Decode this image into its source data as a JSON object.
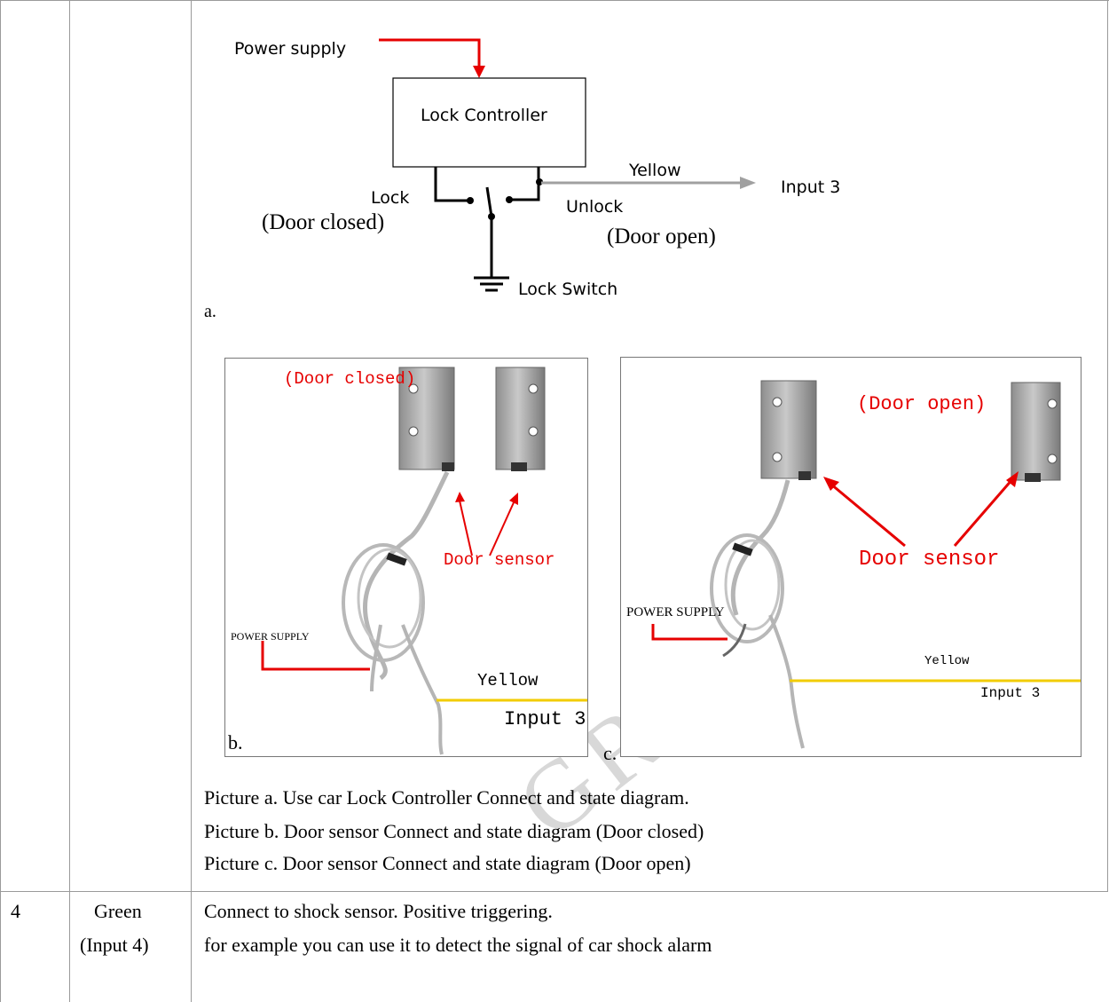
{
  "diagram_a": {
    "power_supply": "Power supply",
    "controller": "Lock Controller",
    "lock": "Lock",
    "door_closed": "(Door closed)",
    "unlock": "Unlock",
    "door_open": "(Door open)",
    "yellow": "Yellow",
    "input3": "Input 3",
    "lock_switch": "Lock Switch",
    "caption": "a."
  },
  "photo_b": {
    "door_closed": "(Door closed)",
    "door_sensor": "Door sensor",
    "power_supply": "POWER SUPPLY",
    "yellow": "Yellow",
    "input3": "Input 3",
    "caption": "b."
  },
  "photo_c": {
    "door_open": "(Door open)",
    "door_sensor": "Door sensor",
    "power_supply": "POWER SUPPLY",
    "yellow": "Yellow",
    "input3": "Input 3",
    "caption": "c."
  },
  "descriptions": [
    "Picture a. Use car Lock Controller Connect and state diagram.",
    "Picture b. Door sensor Connect and state diagram (Door closed)",
    "Picture c. Door sensor Connect and state diagram (Door open)"
  ],
  "row4": {
    "number": "4",
    "color": "Green",
    "input": "(Input 4)",
    "line1": "Connect to shock sensor. Positive triggering.",
    "line2": "for example you can use it to detect the signal of car shock alarm"
  },
  "watermark": "GROUP",
  "colors": {
    "red": "#e60000",
    "yellow": "#f2cc00",
    "wire_gray": "#a0a0a0",
    "grid": "#9a9a9a"
  }
}
